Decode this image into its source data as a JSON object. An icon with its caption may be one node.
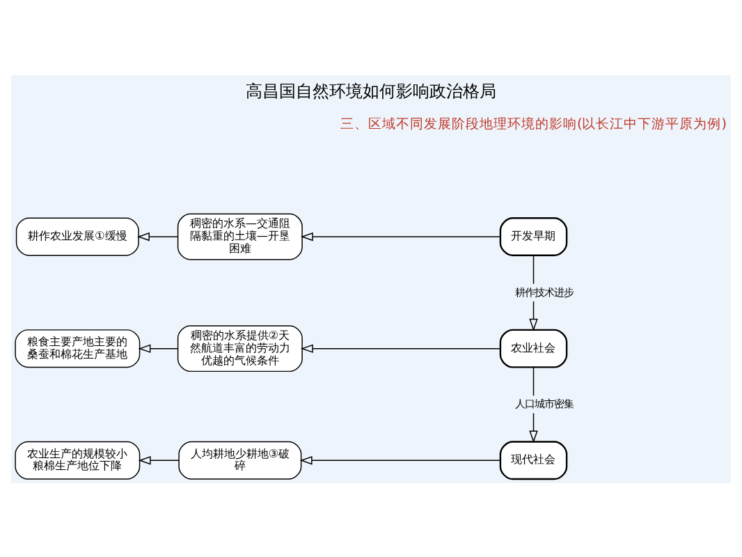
{
  "diagram": {
    "title": "高昌国自然环境如何影响政治格局",
    "nodes": [
      {
        "text": [
          "开发早期"
        ]
      },
      {
        "text": [
          "稠密的水系—交通阻隔黏重的土壤—开垦困难"
        ]
      },
      {
        "text": [
          "耕作农业发展①缓慢"
        ]
      },
      {
        "text": [
          "农业社会"
        ]
      },
      {
        "text": [
          "稠密的水系提供②天然航道丰富的劳动力优越的气候条件"
        ]
      },
      {
        "text": [
          "粮食主要产地主要的桑蚕和棉花生产基地"
        ]
      },
      {
        "text": [
          "现代社会"
        ]
      },
      {
        "text": [
          "人均耕地少耕地③破碎"
        ]
      },
      {
        "text": [
          "农业生产的规模较小粮棉生产地位下降"
        ]
      }
    ],
    "edges": [
      {
        "from": 0,
        "to": 1,
        "arrow": "to"
      },
      {
        "from": 1,
        "to": 2,
        "arrow": "to"
      },
      {
        "from": 0,
        "to": 3,
        "arrow": "to",
        "label": "耕作技术进步"
      },
      {
        "from": 3,
        "to": 4,
        "arrow": "to"
      },
      {
        "from": 4,
        "to": 5,
        "arrow": "to"
      },
      {
        "from": 3,
        "to": 6,
        "arrow": "to",
        "label": "人口城市密集"
      },
      {
        "from": 6,
        "to": 7,
        "arrow": "to"
      },
      {
        "from": 7,
        "to": 8,
        "arrow": "to"
      }
    ],
    "labels": [
      "三、区域不同发展阶段地理环境的影响(以长江中下游平原为例)"
    ]
  }
}
